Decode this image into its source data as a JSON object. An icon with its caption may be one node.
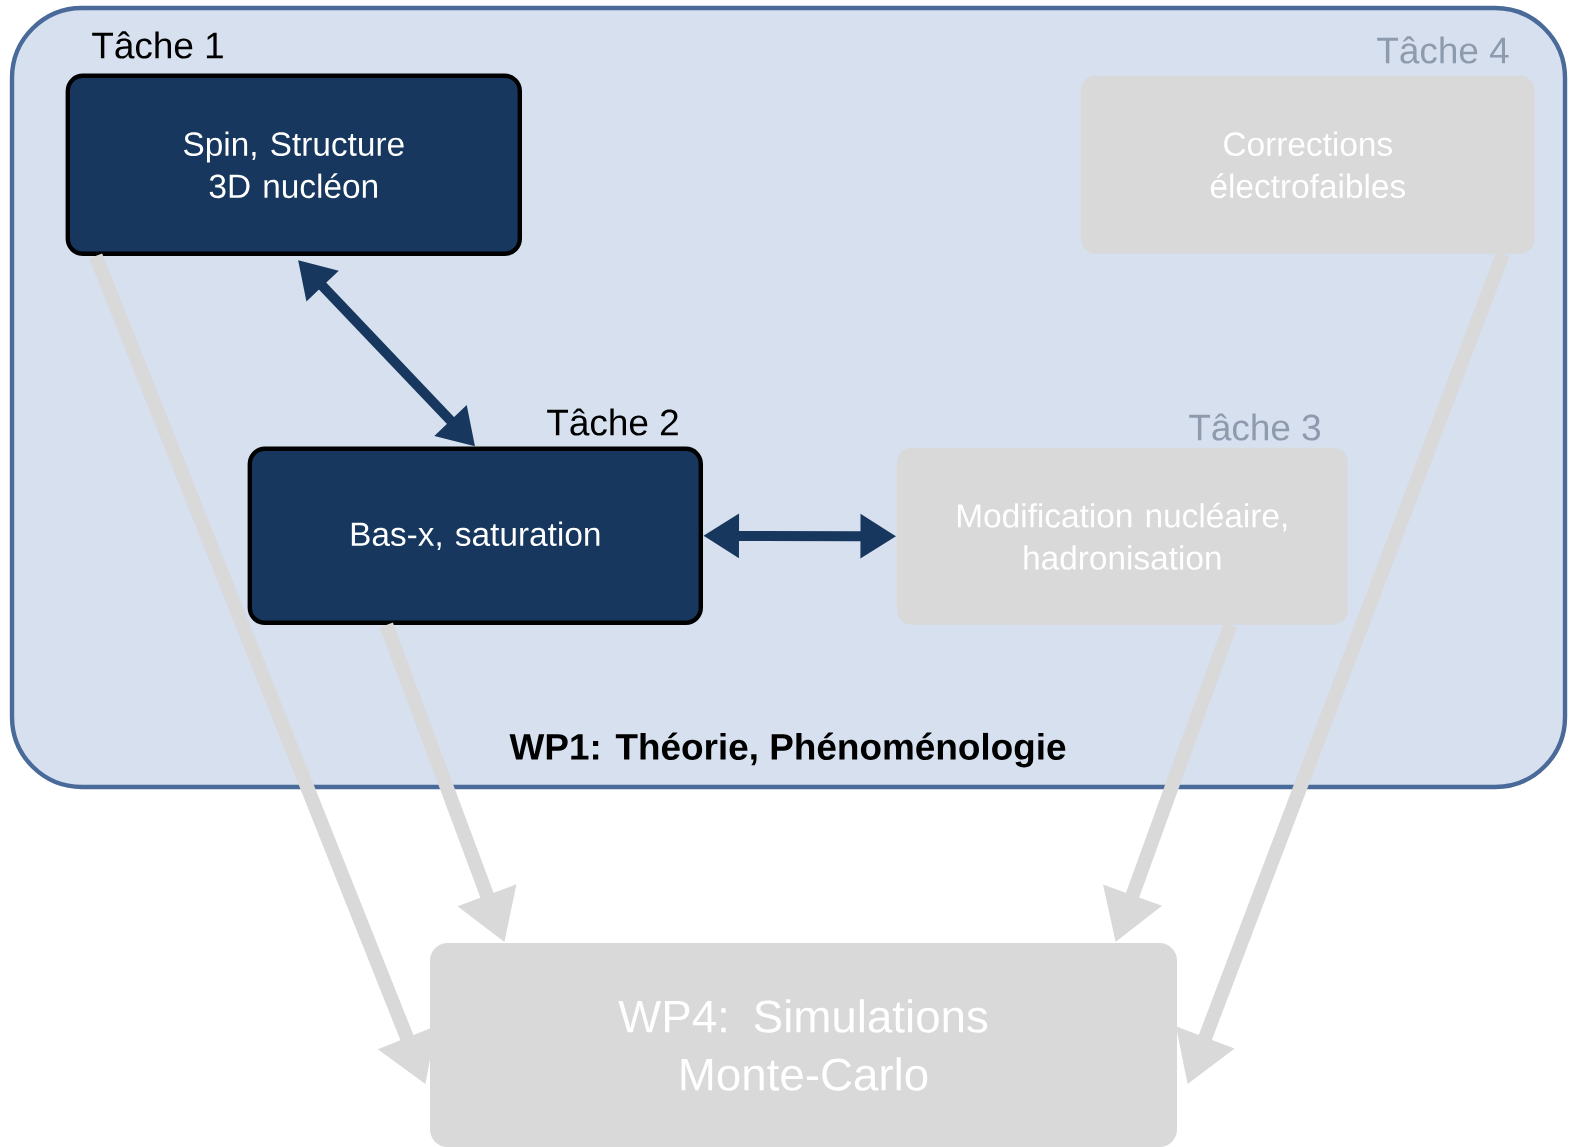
{
  "diagram": {
    "nodes": [
      {
        "text": [
          "WP1: Théorie, Phénoménologie"
        ]
      },
      {
        "text": [
          "Tâche 1",
          "Spin, Structure 3D nucléon"
        ],
        "in": 0
      },
      {
        "text": [
          "Tâche 2",
          "Bas-x, saturation"
        ],
        "in": 0
      },
      {
        "text": [
          "Tâche 3",
          "Modification nucléaire, hadronisation"
        ],
        "in": 0
      },
      {
        "text": [
          "Tâche 4",
          "Corrections électrofaibles"
        ],
        "in": 0
      },
      {
        "text": [
          "WP4: Simulations Monte-Carlo"
        ]
      }
    ],
    "edges": [
      {
        "from": 1,
        "to": 2,
        "arrow": "both",
        "color": "#17375e"
      },
      {
        "from": 2,
        "to": 3,
        "arrow": "both",
        "color": "#17375e"
      },
      {
        "from": 1,
        "to": 5,
        "arrow": "to"
      },
      {
        "from": 2,
        "to": 5,
        "arrow": "to"
      },
      {
        "from": 3,
        "to": 5,
        "arrow": "to"
      },
      {
        "from": 4,
        "to": 5,
        "arrow": "to"
      }
    ]
  }
}
